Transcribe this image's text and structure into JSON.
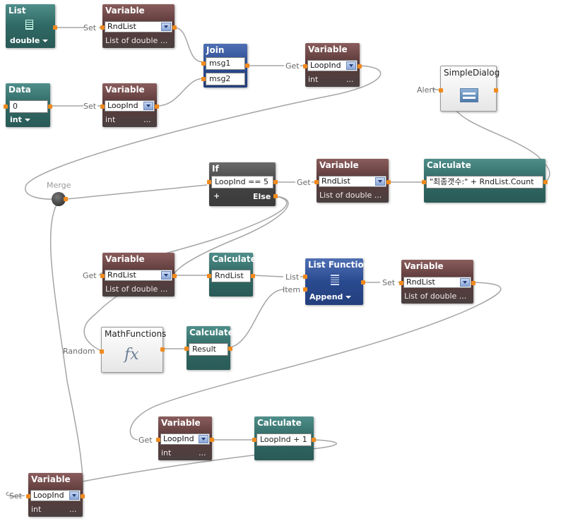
{
  "nodes": {
    "list": {
      "title": "List",
      "type": "double"
    },
    "data": {
      "title": "Data",
      "value": "0",
      "type": "int"
    },
    "var_rndlist_top": {
      "title": "Variable",
      "value": "RndList",
      "type": "List of double ..."
    },
    "var_loopind_top": {
      "title": "Variable",
      "value": "LoopInd",
      "type": "int",
      "dots": "..."
    },
    "join": {
      "title": "Join",
      "in1": "msg1",
      "in2": "msg2"
    },
    "var_loopind_get": {
      "title": "Variable",
      "value": "LoopInd",
      "type": "int",
      "dots": "..."
    },
    "simpledialog": {
      "title": "SimpleDialog"
    },
    "if": {
      "title": "If",
      "cond": "LoopInd == 5",
      "plus": "+",
      "else": "Else"
    },
    "var_rndlist_get": {
      "title": "Variable",
      "value": "RndList",
      "type": "List of double ..."
    },
    "calc_msg": {
      "title": "Calculate",
      "expr": "\"최종갯수:\" + RndList.Count"
    },
    "var_rndlist_mid": {
      "title": "Variable",
      "value": "RndList",
      "type": "List of double ..."
    },
    "calc_rndlist": {
      "title": "Calculate",
      "expr": "RndList"
    },
    "listfunctions": {
      "title": "List Functions",
      "op": "Append"
    },
    "var_rndlist_set": {
      "title": "Variable",
      "value": "RndList",
      "type": "List of double ..."
    },
    "mathfunctions": {
      "title": "MathFunctions",
      "glyph": "fx"
    },
    "calc_result": {
      "title": "Calculate",
      "expr": "Result"
    },
    "var_loopind_inc": {
      "title": "Variable",
      "value": "LoopInd",
      "type": "int",
      "dots": "..."
    },
    "calc_inc": {
      "title": "Calculate",
      "expr": "LoopInd + 1"
    },
    "var_loopind_bottom": {
      "title": "Variable",
      "value": "LoopInd",
      "type": "int",
      "dots": "..."
    }
  },
  "labels": {
    "set": "Set",
    "get": "Get",
    "alert": "Alert",
    "merge": "Merge",
    "list": "List",
    "item": "Item",
    "random": "Random"
  },
  "colors": {
    "wire": "#9a9a9a",
    "port": "#f08a1d",
    "variable": "#5c3a3a",
    "calculate": "#2f6864",
    "functions": "#2a4a90"
  }
}
